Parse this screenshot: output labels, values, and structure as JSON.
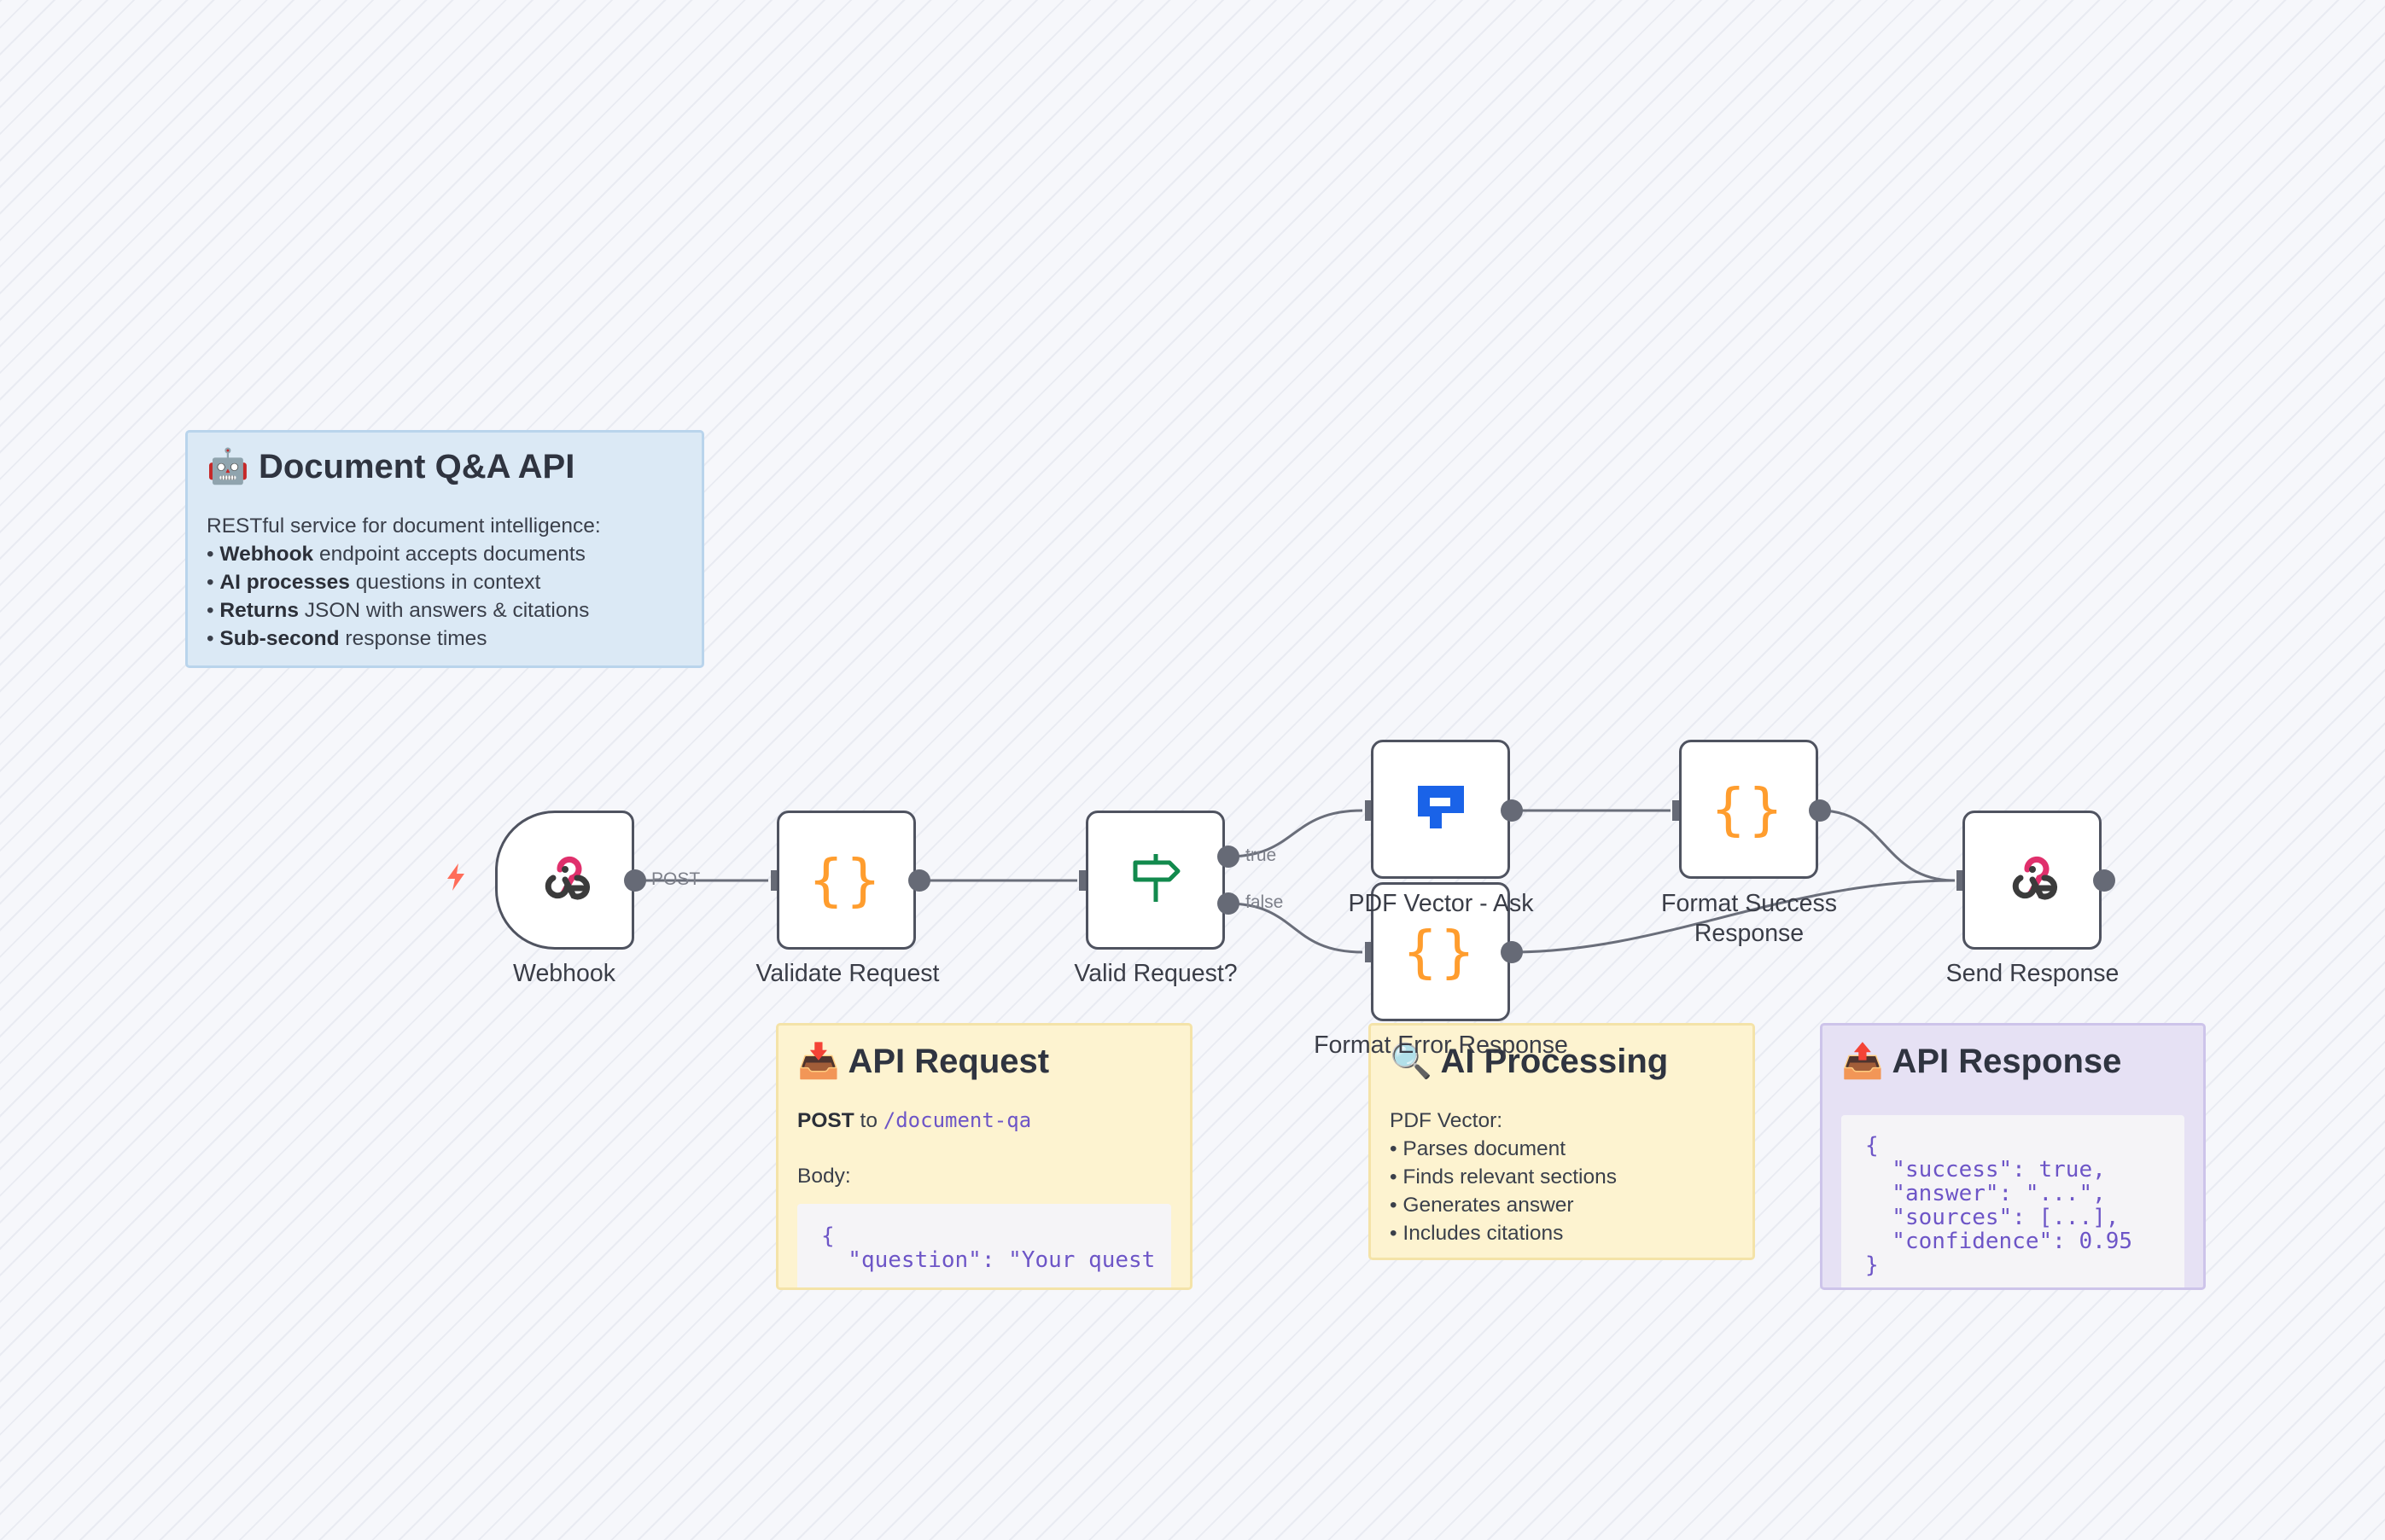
{
  "notes": {
    "main": {
      "emoji": "🤖",
      "title": "Document Q&A API",
      "intro": "RESTful service for document intelligence:",
      "bullets": [
        {
          "strong": "Webhook",
          "rest": " endpoint accepts documents"
        },
        {
          "strong": "AI processes",
          "rest": " questions in context"
        },
        {
          "strong": "Returns",
          "rest": " JSON with answers & citations"
        },
        {
          "strong": "Sub-second",
          "rest": " response times"
        }
      ]
    },
    "api_request": {
      "emoji": "📥",
      "title": "API Request",
      "method": "POST",
      "to_word": " to ",
      "path": "/document-qa",
      "body_label": "Body:",
      "code": "{\n  \"question\": \"Your quest"
    },
    "ai_processing": {
      "emoji": "🔍",
      "title": "AI Processing",
      "intro": "PDF Vector:",
      "bullets": [
        "• Parses document",
        "• Finds relevant sections",
        "• Generates answer",
        "• Includes citations"
      ]
    },
    "api_response": {
      "emoji": "📤",
      "title": "API Response",
      "code": "{\n  \"success\": true,\n  \"answer\": \"...\",\n  \"sources\": [...],\n  \"confidence\": 0.95\n}"
    }
  },
  "nodes": {
    "webhook": {
      "label": "Webhook",
      "icon": "webhook-icon"
    },
    "validate": {
      "label": "Validate Request",
      "icon": "code-braces-icon"
    },
    "valid_if": {
      "label": "Valid Request?",
      "icon": "signpost-icon"
    },
    "pdf_vector": {
      "label": "PDF Vector - Ask",
      "icon": "pdf-vector-icon"
    },
    "format_error": {
      "label": "Format Error Response",
      "icon": "code-braces-icon"
    },
    "format_success": {
      "label": "Format Success Response",
      "label_line1": "Format Success",
      "label_line2": "Response",
      "icon": "code-braces-icon"
    },
    "send_response": {
      "label": "Send Response",
      "icon": "webhook-icon"
    }
  },
  "edges": {
    "post_label": "POST",
    "true_label": "true",
    "false_label": "false"
  },
  "colors": {
    "braces": "#ff9d2e",
    "signpost": "#128a4d",
    "pdf_vector": "#1a63e8",
    "webhook_pink": "#e0306c",
    "bolt": "#ff6d5a"
  }
}
